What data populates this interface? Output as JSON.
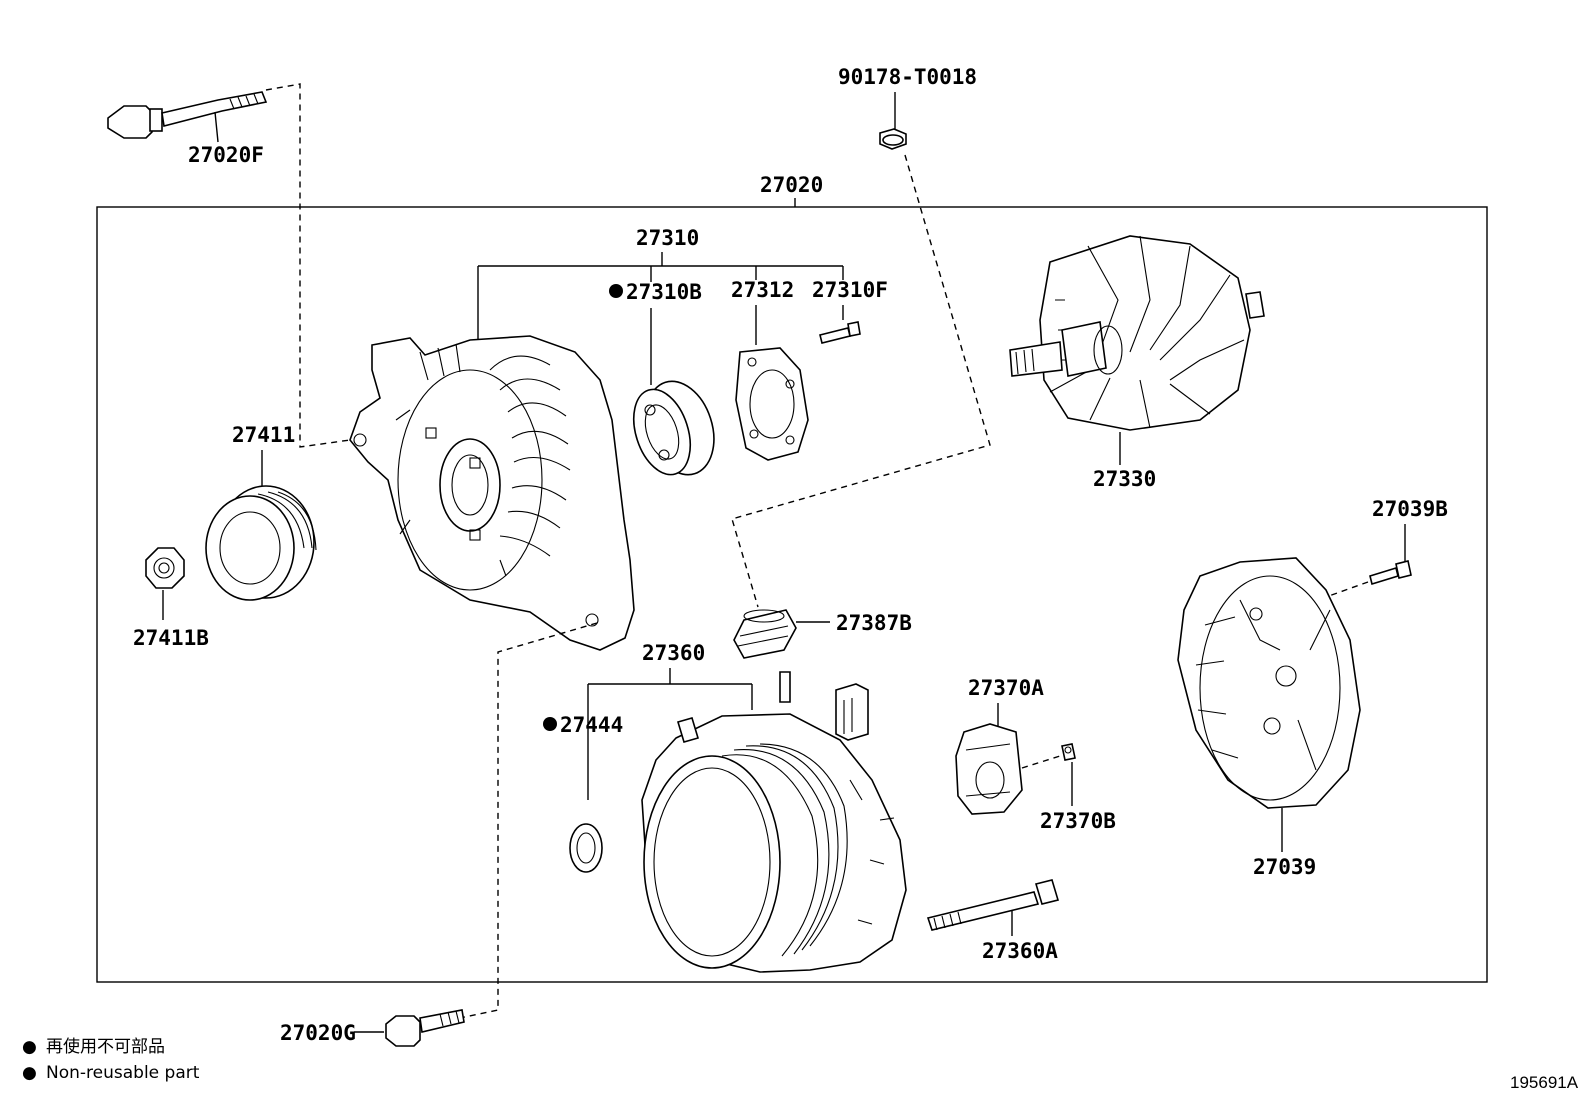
{
  "diagram": {
    "figure_id": "195691A",
    "assembly_label": "27020",
    "legend": {
      "bullet": "●",
      "line_jp": "再使用不可部品",
      "line_en": "Non-reusable part"
    },
    "parts": {
      "p27020F": "27020F",
      "p90178": "90178-T0018",
      "p27310": "27310",
      "p27310B": "27310B",
      "p27312": "27312",
      "p27310F": "27310F",
      "p27411": "27411",
      "p27411B": "27411B",
      "p27330": "27330",
      "p27039B": "27039B",
      "p27039": "27039",
      "p27387B": "27387B",
      "p27360": "27360",
      "p27444": "27444",
      "p27370A": "27370A",
      "p27370B": "27370B",
      "p27360A": "27360A",
      "p27020G": "27020G"
    },
    "non_reusable_marker": "●"
  }
}
